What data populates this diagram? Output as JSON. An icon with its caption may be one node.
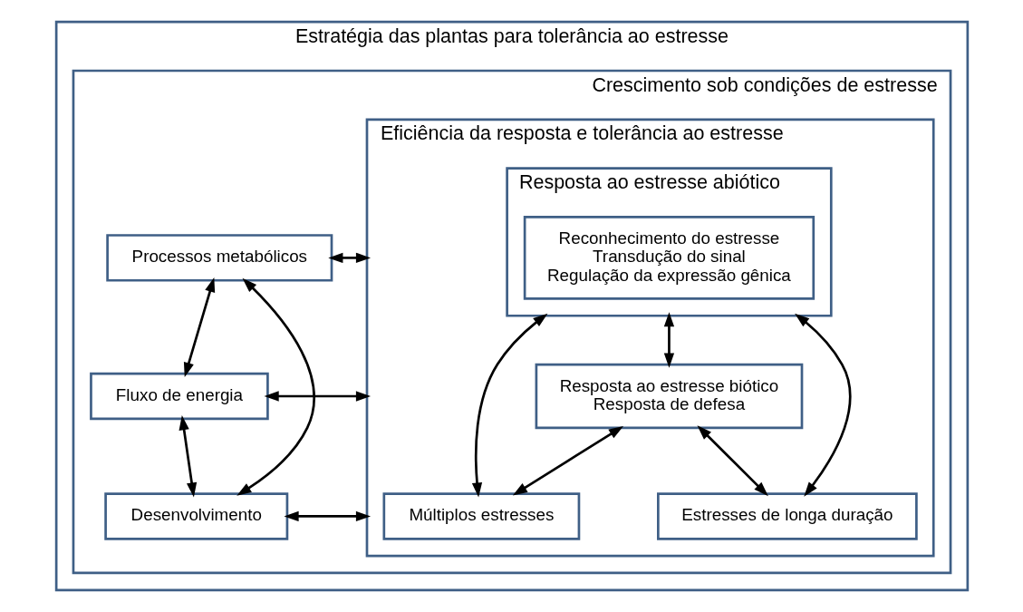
{
  "diagram": {
    "nodes": [
      {
        "text": [
          "Estratégia das plantas para tolerância ao estresse"
        ]
      },
      {
        "text": [
          "Crescimento sob condições de estresse"
        ],
        "in": 0
      },
      {
        "text": [
          "Eficiência da resposta e tolerância ao estresse"
        ],
        "in": 1
      },
      {
        "text": [
          "Resposta ao estresse abiótico"
        ],
        "in": 2
      },
      {
        "text": [
          "Reconhecimento do estresse",
          "Transdução do sinal",
          "Regulação da expressão gênica"
        ],
        "in": 3
      },
      {
        "text": [
          "Resposta ao estresse biótico",
          "Resposta de defesa"
        ],
        "in": 2
      },
      {
        "text": [
          "Múltiplos estresses"
        ],
        "in": 2
      },
      {
        "text": [
          "Estresses de longa duração"
        ],
        "in": 2
      },
      {
        "text": [
          "Processos metabólicos"
        ],
        "in": 1
      },
      {
        "text": [
          "Fluxo de energia"
        ],
        "in": 1
      },
      {
        "text": [
          "Desenvolvimento"
        ],
        "in": 1
      }
    ],
    "edges": [
      {
        "from": 3,
        "to": 5,
        "arrow": "both"
      },
      {
        "from": 3,
        "to": 6,
        "arrow": "both"
      },
      {
        "from": 5,
        "to": 6,
        "arrow": "both"
      },
      {
        "from": 5,
        "to": 7,
        "arrow": "both"
      },
      {
        "from": 3,
        "to": 7,
        "arrow": "both"
      },
      {
        "from": 2,
        "to": 8,
        "arrow": "both"
      },
      {
        "from": 2,
        "to": 9,
        "arrow": "both"
      },
      {
        "from": 2,
        "to": 10,
        "arrow": "both"
      },
      {
        "from": 8,
        "to": 9,
        "arrow": "both"
      },
      {
        "from": 9,
        "to": 10,
        "arrow": "both"
      },
      {
        "from": 8,
        "to": 10,
        "arrow": "both"
      }
    ]
  }
}
